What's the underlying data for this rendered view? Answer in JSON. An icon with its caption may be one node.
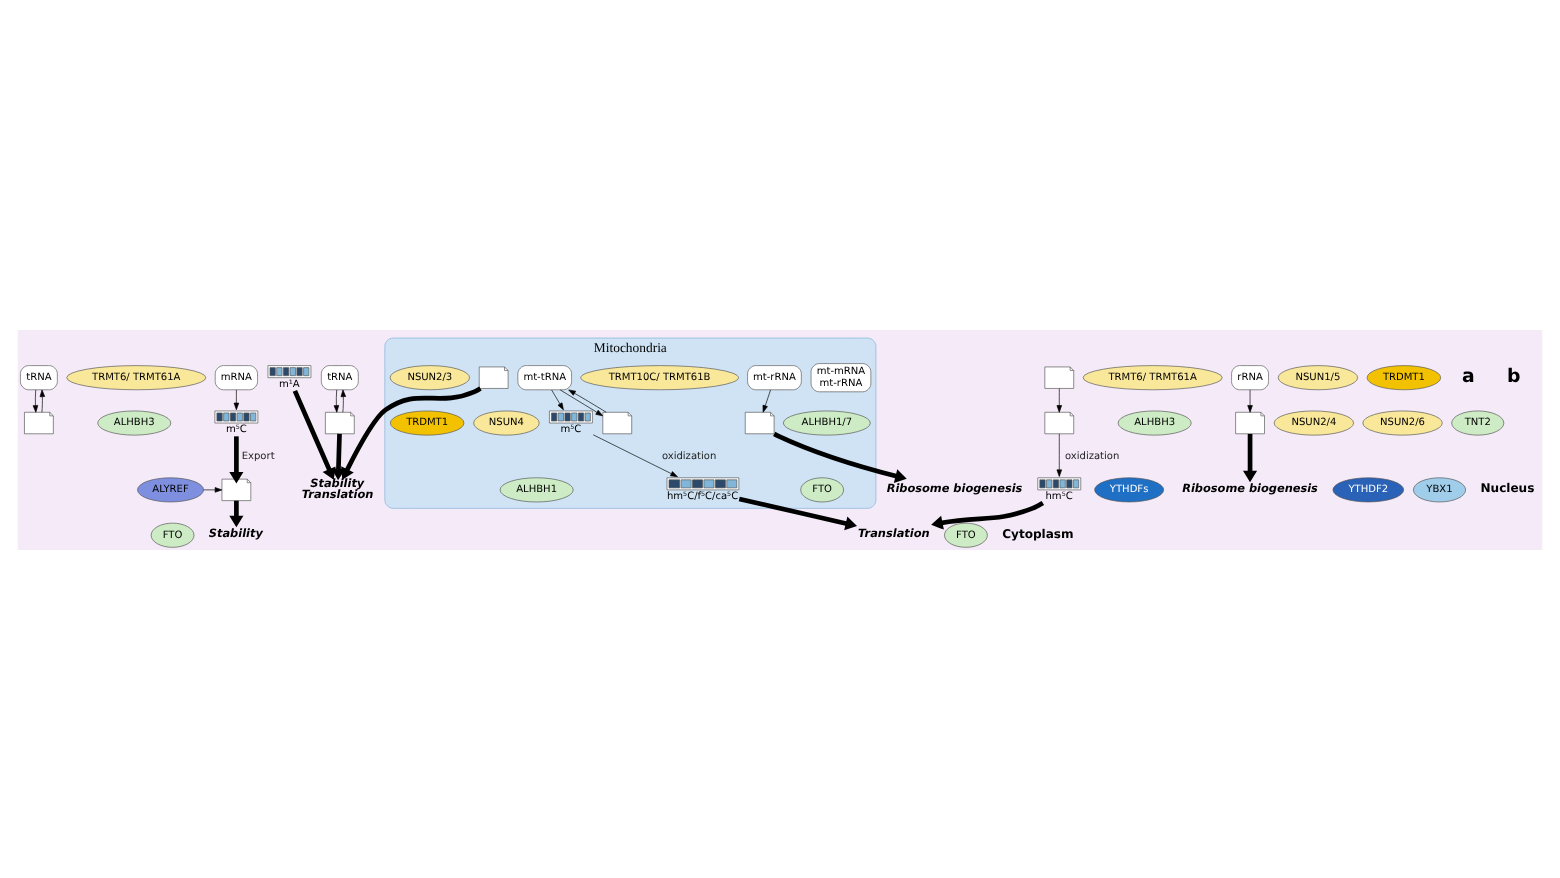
{
  "diagram": {
    "nodes": [
      {
        "text": [
          "tRNA"
        ]
      },
      {
        "text": [],
        "shape": "picture"
      },
      {
        "text": [
          "TRMT6/ TRMT61A"
        ]
      },
      {
        "text": [
          "ALHBH3"
        ]
      },
      {
        "text": [
          "FTO"
        ]
      },
      {
        "text": [
          "mRNA"
        ]
      },
      {
        "text": [],
        "shape": "picture",
        "beside": [
          "m¹A"
        ]
      },
      {
        "text": [
          "YTHDFs"
        ]
      },
      {
        "text": [
          "Stability",
          "Translation"
        ]
      },
      {
        "text": [
          "tRNA"
        ]
      },
      {
        "text": [
          "TRMT6/ TRMT61A"
        ]
      },
      {
        "text": [
          "ALHBH3"
        ]
      },
      {
        "text": [
          "FTO"
        ]
      },
      {
        "text": [],
        "shape": "picture"
      },
      {
        "text": [
          "Mitochondria"
        ]
      },
      {
        "text": [
          "mt-mRNA",
          "mt-rRNA"
        ],
        "in": 14
      },
      {
        "text": [],
        "shape": "picture",
        "in": 14
      },
      {
        "text": [
          "TRMT10C/ TRMT61B"
        ],
        "in": 14
      },
      {
        "text": [
          "ALHBH1/7"
        ],
        "in": 14
      },
      {
        "text": [
          "FTO"
        ],
        "in": 14
      },
      {
        "text": [
          "mt-tRNA"
        ],
        "in": 14
      },
      {
        "text": [],
        "shape": "picture",
        "in": 14
      },
      {
        "text": [
          "rRNA"
        ]
      },
      {
        "text": [
          "NSUN1/5"
        ]
      },
      {
        "text": [],
        "shape": "picture"
      },
      {
        "text": [
          "Ribosome biogenesis"
        ]
      },
      {
        "text": [
          "NSUN2/4"
        ]
      },
      {
        "text": [],
        "shape": "picture",
        "beside": [
          "m⁵C"
        ]
      },
      {
        "text": [
          "YTHDF2"
        ]
      },
      {
        "text": [
          "YBX1"
        ]
      },
      {
        "text": [
          "ALYREF"
        ]
      },
      {
        "text": [],
        "shape": "picture"
      },
      {
        "text": [
          "Stability"
        ]
      },
      {
        "text": [
          "Ribosome biogenesis"
        ]
      },
      {
        "text": [],
        "shape": "picture"
      },
      {
        "text": [
          "TRDMT1"
        ]
      },
      {
        "text": [
          "NSUN2/6"
        ]
      },
      {
        "text": [],
        "shape": "picture"
      },
      {
        "text": [
          "TNT2"
        ]
      },
      {
        "text": [],
        "shape": "picture",
        "beside": [
          "hm⁵C"
        ]
      },
      {
        "text": [
          "Translation"
        ]
      },
      {
        "text": [
          "mt-rRNA"
        ],
        "in": 14
      },
      {
        "text": [
          "NSUN4"
        ],
        "in": 14
      },
      {
        "text": [],
        "shape": "picture",
        "in": 14
      },
      {
        "text": [
          "NSUN2/3"
        ],
        "in": 14
      },
      {
        "text": [
          "TRDMT1"
        ],
        "in": 14
      },
      {
        "text": [],
        "shape": "picture",
        "in": 14,
        "beside": [
          "m⁵C"
        ]
      },
      {
        "text": [
          "ALHBH1"
        ],
        "in": 14
      },
      {
        "text": [],
        "shape": "picture",
        "in": 14,
        "beside": [
          "hm⁵C/f⁵C/ca⁵C"
        ]
      }
    ],
    "edges": [
      {
        "from": 0,
        "to": 1,
        "arrow": "to"
      },
      {
        "from": 1,
        "to": 0,
        "arrow": "to"
      },
      {
        "from": 6,
        "to": 8,
        "arrow": "to",
        "style": "thick"
      },
      {
        "from": 9,
        "to": 13,
        "arrow": "to"
      },
      {
        "from": 13,
        "to": 9,
        "arrow": "to"
      },
      {
        "from": 13,
        "to": 8,
        "arrow": "to",
        "style": "thick"
      },
      {
        "from": 16,
        "to": 8,
        "arrow": "to",
        "style": "thick"
      },
      {
        "from": 20,
        "to": 21,
        "arrow": "to"
      },
      {
        "from": 21,
        "to": 20,
        "arrow": "to"
      },
      {
        "from": 22,
        "to": 24,
        "arrow": "to"
      },
      {
        "from": 24,
        "to": 25,
        "arrow": "to",
        "style": "thick"
      },
      {
        "from": 5,
        "to": 27,
        "arrow": "to"
      },
      {
        "from": 27,
        "to": 31,
        "arrow": "to",
        "style": "thick",
        "label": "Export"
      },
      {
        "from": 30,
        "to": 31,
        "arrow": "to"
      },
      {
        "from": 31,
        "to": 32,
        "arrow": "to",
        "style": "thick"
      },
      {
        "from": 34,
        "to": 37,
        "arrow": "to"
      },
      {
        "from": 37,
        "to": 39,
        "arrow": "to",
        "label": "oxidization"
      },
      {
        "from": 39,
        "to": 40,
        "arrow": "to",
        "style": "thick"
      },
      {
        "from": 41,
        "to": 43,
        "arrow": "to"
      },
      {
        "from": 43,
        "to": 33,
        "arrow": "to",
        "style": "thick"
      },
      {
        "from": 20,
        "to": 46,
        "arrow": "to"
      },
      {
        "from": 46,
        "to": 48,
        "arrow": "to",
        "label": "oxidization"
      },
      {
        "from": 48,
        "to": 40,
        "arrow": "to",
        "style": "thick"
      }
    ],
    "labels": [
      "a",
      "b",
      "Nucleus",
      "Cytoplasm"
    ]
  }
}
